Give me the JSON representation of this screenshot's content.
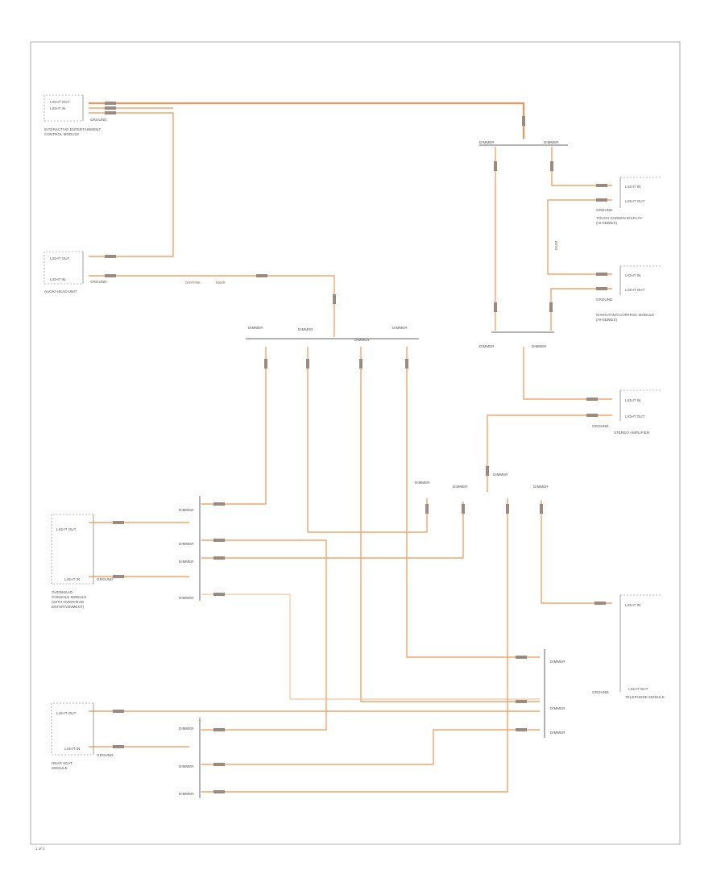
{
  "modules": {
    "interactive_display": {
      "name_line1": "INTERACTIVE ENTERTAINMENT",
      "name_line2": "CONTROL MODULE",
      "pins": [
        "LIGHT OUT",
        "LIGHT IN"
      ],
      "ground": "GROUND"
    },
    "audio_head_unit": {
      "name": "AUDIO HEAD UNIT",
      "pins": [
        "LIGHT OUT",
        "LIGHT IN"
      ],
      "ground": "GROUND"
    },
    "touch_screen": {
      "name_line1": "TOUCH SCREEN DISPLAY",
      "name_line2": "(HI-SERIES)",
      "pins": [
        "LIGHT IN",
        "LIGHT OUT"
      ],
      "ground": "GROUND"
    },
    "navigation": {
      "name_line1": "NAVIGATION CONTROL MODULE",
      "name_line2": "(HI-SERIES)",
      "pins": [
        "LIGHT IN",
        "LIGHT OUT"
      ],
      "ground": "GROUND"
    },
    "stereo_amplifier": {
      "name": "STEREO AMPLIFIER",
      "pins": [
        "LIGHT IN",
        "LIGHT OUT"
      ],
      "ground": "GROUND"
    },
    "overhead_console": {
      "name_line1": "OVERHEAD",
      "name_line2": "CONSOLE MODULE",
      "name_line3": "(WITH OVERHEAD",
      "name_line4": "ENTERTAINMENT)",
      "pins": [
        "LIGHT OUT",
        "LIGHT IN"
      ],
      "ground": "GROUND"
    },
    "rear_seat": {
      "name_line1": "REAR SEAT",
      "name_line2": "MODULE",
      "pins": [
        "LIGHT OUT",
        "LIGHT IN"
      ],
      "ground": "GROUND"
    },
    "telephone": {
      "name": "TELEPHONE MODULE",
      "pins": [
        "LIGHT IN",
        "LIGHT OUT"
      ],
      "ground": "GROUND"
    }
  },
  "splices": {
    "s_top_left": "DIMMER",
    "s_top_right": "DIMMER",
    "s_right_left": "DIMMER",
    "s_right_right": "DIMMER",
    "s_center": [
      "DIMMER",
      "DIMMER",
      "DIMMER",
      "DIMMER"
    ]
  },
  "wire_labels": {
    "gray_pnk": "GRY/PNK",
    "mid_a": "IOD/R",
    "mid_b": "DIMM"
  },
  "connectors": {
    "left_block": [
      "DIMMER",
      "DIMMER",
      "DIMMER",
      "DIMMER"
    ],
    "bottom_block": [
      "DIMMER",
      "DIMMER",
      "DIMMER"
    ],
    "right_block": [
      "DIMMER",
      "DIMMER",
      "DIMMER"
    ],
    "mid_row": [
      "DIMMER",
      "DIMMER",
      "DIMMER",
      "DIMMER"
    ]
  },
  "footer": "1 of 1"
}
